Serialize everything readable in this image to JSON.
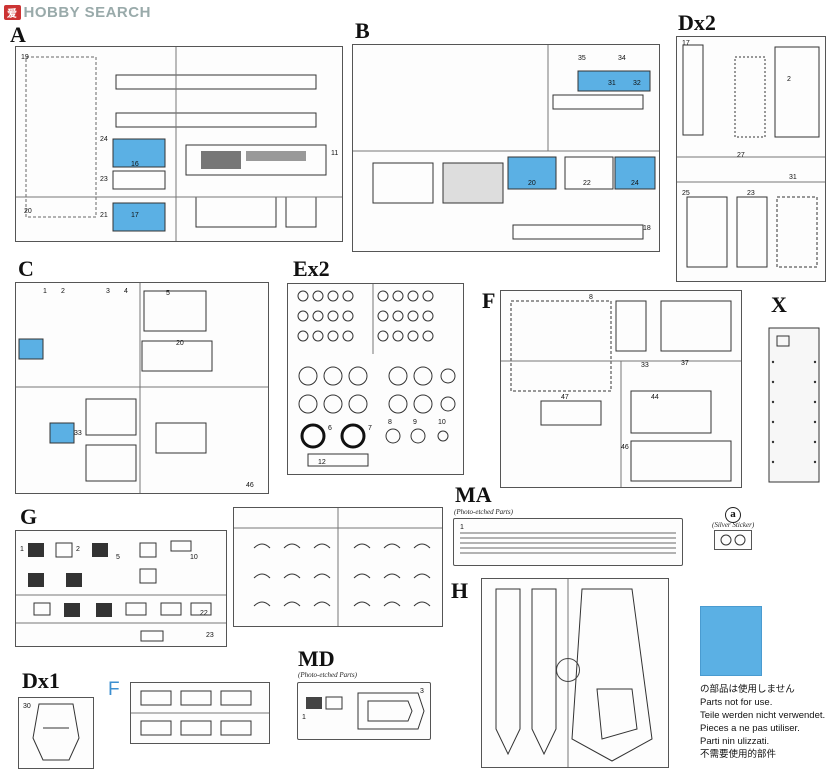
{
  "watermark": {
    "text": "HOBBY SEARCH",
    "badge": "爱"
  },
  "sprues": {
    "A": "A",
    "B": "B",
    "Dx2": "Dx2",
    "C": "C",
    "Ex2": "Ex2",
    "F": "F",
    "X": "X",
    "G": "G",
    "MA": "MA",
    "MA_sub": "(Photo-etched Parts)",
    "a": "a",
    "a_sub": "(Silver Sticker)",
    "H": "H",
    "Dx1": "Dx1",
    "F_blue": "F",
    "MD": "MD",
    "MD_sub": "(Photo-etched Parts)"
  },
  "legend": {
    "swatch_color": "#5bb0e4",
    "lines": [
      "の部品は使用しません",
      "Parts not for use.",
      "Teile werden nicht verwendet.",
      "Pieces a ne pas utiliser.",
      "Parti nin ulizzati.",
      "不需要使用的部件"
    ]
  },
  "highlight_color": "#5bb0e4"
}
